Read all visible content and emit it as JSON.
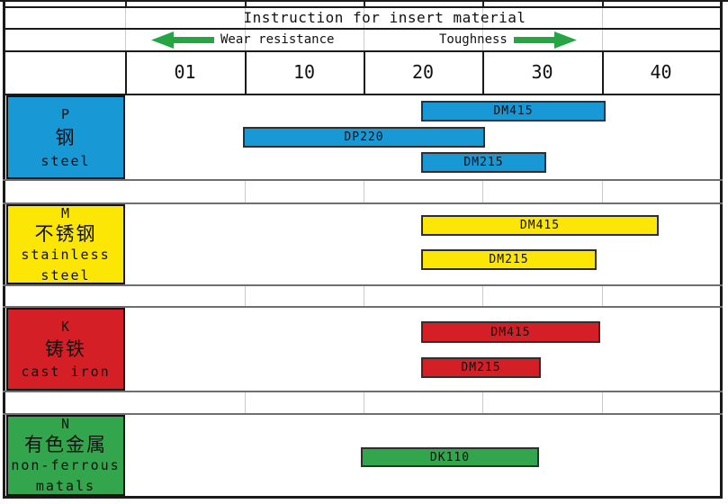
{
  "title": "Instruction for insert material",
  "legend": {
    "wear_label": "Wear resistance",
    "toughness_label": "Toughness"
  },
  "columns": [
    "01",
    "10",
    "20",
    "30",
    "40"
  ],
  "colors": {
    "steel_blue": "#1898D5",
    "stainless_yellow": "#FBE605",
    "cast_iron_red": "#D51F26",
    "non_ferrous_green": "#33A64D",
    "arrow_green": "#27A443"
  },
  "rows": [
    {
      "code": "P",
      "name_cn": "钢",
      "en_lines": [
        "steel"
      ],
      "color": "#1898D5",
      "bars": [
        {
          "label": "DM415"
        },
        {
          "label": "DP220"
        },
        {
          "label": "DM215"
        }
      ]
    },
    {
      "code": "M",
      "name_cn": "不锈钢",
      "en_lines": [
        "stainless",
        "steel"
      ],
      "color": "#FBE605",
      "bars": [
        {
          "label": "DM415"
        },
        {
          "label": "DM215"
        }
      ]
    },
    {
      "code": "K",
      "name_cn": "铸铁",
      "en_lines": [
        "cast iron"
      ],
      "color": "#D51F26",
      "bars": [
        {
          "label": "DM415"
        },
        {
          "label": "DM215"
        }
      ]
    },
    {
      "code": "N",
      "name_cn": "有色金属",
      "en_lines": [
        "non-ferrous",
        "matals"
      ],
      "color": "#33A64D",
      "bars": [
        {
          "label": "DK110"
        }
      ]
    }
  ],
  "chart_data": {
    "type": "bar",
    "subtype": "horizontal-range (application range chart)",
    "title": "Instruction for insert material",
    "x_axis": {
      "ticks": [
        "01",
        "10",
        "20",
        "30",
        "40"
      ],
      "range": [
        1,
        45
      ],
      "left_arrow_annotation": "Wear resistance",
      "right_arrow_annotation": "Toughness",
      "grid": true
    },
    "legend_position": "none",
    "series": [
      {
        "category": "P",
        "category_cn": "钢",
        "category_en": "steel",
        "color": "#1898D5",
        "bars": [
          {
            "label": "DM415",
            "range": [
              20,
              35
            ]
          },
          {
            "label": "DP220",
            "range": [
              5,
              25
            ]
          },
          {
            "label": "DM215",
            "range": [
              20,
              30
            ]
          }
        ]
      },
      {
        "category": "M",
        "category_cn": "不锈钢",
        "category_en": "stainless steel",
        "color": "#FBE605",
        "bars": [
          {
            "label": "DM415",
            "range": [
              20,
              40
            ]
          },
          {
            "label": "DM215",
            "range": [
              20,
              35
            ]
          }
        ]
      },
      {
        "category": "K",
        "category_cn": "铸铁",
        "category_en": "cast iron",
        "color": "#D51F26",
        "bars": [
          {
            "label": "DM415",
            "range": [
              20,
              35
            ]
          },
          {
            "label": "DM215",
            "range": [
              20,
              30
            ]
          }
        ]
      },
      {
        "category": "N",
        "category_cn": "有色金属",
        "category_en": "non-ferrous matals",
        "color": "#33A64D",
        "bars": [
          {
            "label": "DK110",
            "range": [
              15,
              30
            ]
          }
        ]
      }
    ]
  }
}
